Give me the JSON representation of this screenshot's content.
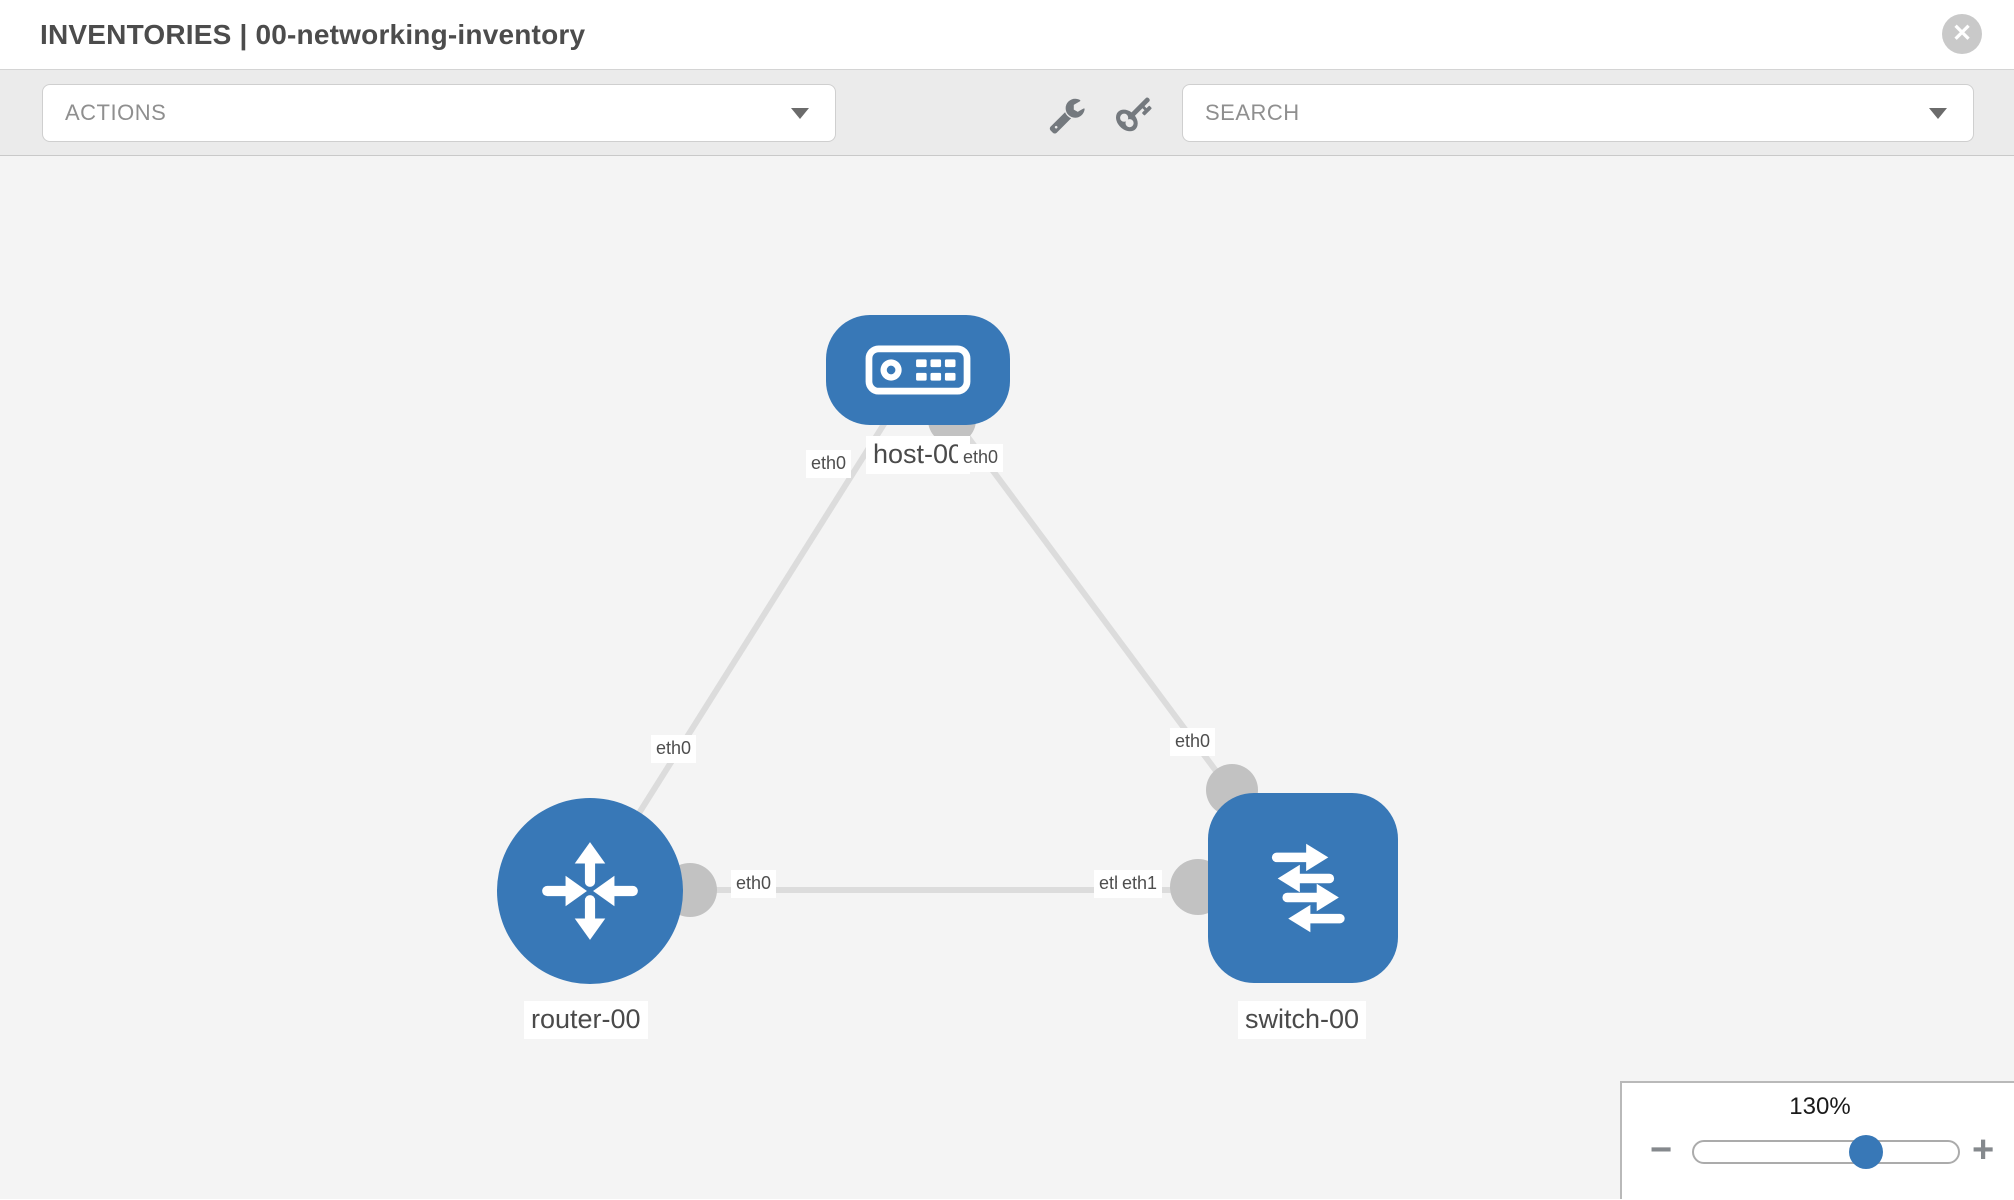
{
  "header": {
    "title": "INVENTORIES | 00-networking-inventory",
    "close_icon": "✕"
  },
  "toolbar": {
    "actions_label": "ACTIONS",
    "search_label": "SEARCH",
    "wrench_icon": "wrench",
    "key_icon": "key",
    "caret_icon": "caret-down"
  },
  "canvas": {
    "nodes": [
      {
        "name": "host-00",
        "type": "host"
      },
      {
        "name": "router-00",
        "type": "router"
      },
      {
        "name": "switch-00",
        "type": "switch"
      }
    ],
    "links": [
      {
        "from": "host-00",
        "from_interface": "eth0",
        "to": "router-00",
        "to_interface": "eth0"
      },
      {
        "from": "host-00",
        "from_interface": "eth0",
        "to": "switch-00",
        "to_interface": "eth0"
      },
      {
        "from": "router-00",
        "from_interface": "eth0",
        "to": "switch-00",
        "to_interface": "eth1",
        "occluded_interface": "eth0"
      }
    ]
  },
  "zoom_control": {
    "level": "130%",
    "minus": "−",
    "plus": "+"
  },
  "colors": {
    "node_blue": "#3878b7",
    "link_gray": "#dcdcdc",
    "port_gray": "#c2c2c2",
    "canvas_bg": "#f4f4f4",
    "toolbar_bg": "#ebebeb"
  }
}
